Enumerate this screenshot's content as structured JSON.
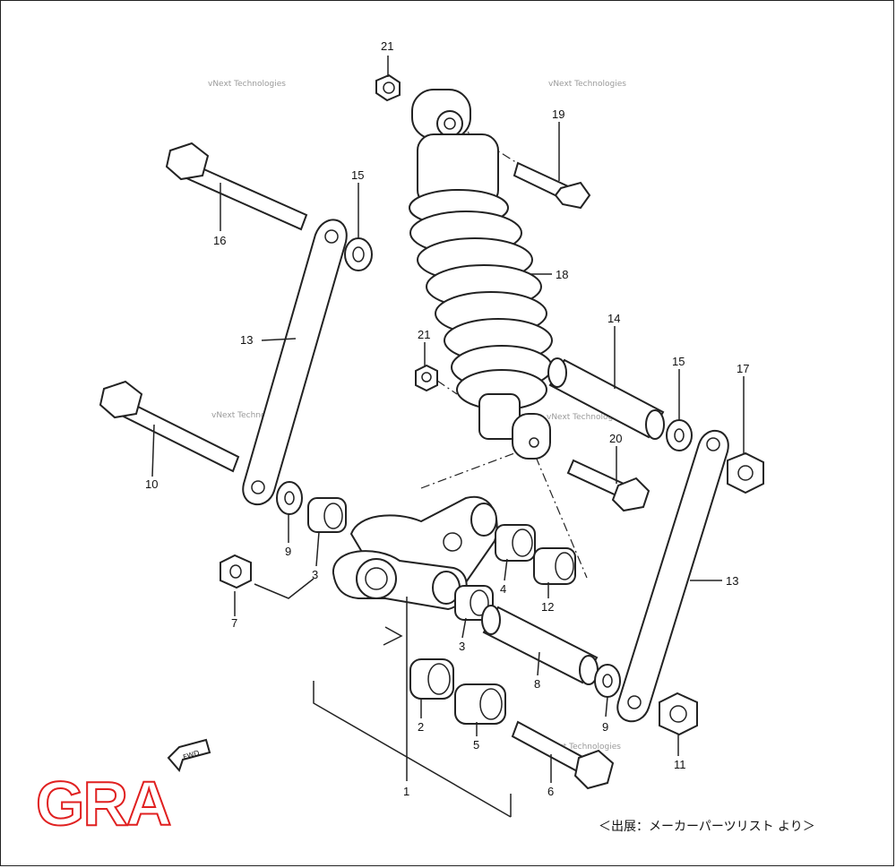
{
  "callouts": [
    {
      "id": "c21a",
      "label": "21"
    },
    {
      "id": "c19",
      "label": "19"
    },
    {
      "id": "c15a",
      "label": "15"
    },
    {
      "id": "c16",
      "label": "16"
    },
    {
      "id": "c18",
      "label": "18"
    },
    {
      "id": "c13a",
      "label": "13"
    },
    {
      "id": "c21b",
      "label": "21"
    },
    {
      "id": "c14",
      "label": "14"
    },
    {
      "id": "c15b",
      "label": "15"
    },
    {
      "id": "c17",
      "label": "17"
    },
    {
      "id": "c10",
      "label": "10"
    },
    {
      "id": "c20",
      "label": "20"
    },
    {
      "id": "c9a",
      "label": "9"
    },
    {
      "id": "c3a",
      "label": "3"
    },
    {
      "id": "c4",
      "label": "4"
    },
    {
      "id": "c12",
      "label": "12"
    },
    {
      "id": "c13b",
      "label": "13"
    },
    {
      "id": "c7",
      "label": "7"
    },
    {
      "id": "c3b",
      "label": "3"
    },
    {
      "id": "c8",
      "label": "8"
    },
    {
      "id": "c2",
      "label": "2"
    },
    {
      "id": "c5",
      "label": "5"
    },
    {
      "id": "c9b",
      "label": "9"
    },
    {
      "id": "c11",
      "label": "11"
    },
    {
      "id": "c6",
      "label": "6"
    },
    {
      "id": "c1",
      "label": "1"
    }
  ],
  "watermark": "vNext Technologies",
  "fwd_label": "FWD",
  "logo_text": "GRA",
  "source_note": "＜出展：メーカーパーツリスト より＞",
  "colors": {
    "logo": "#e02020",
    "line": "#222222"
  }
}
